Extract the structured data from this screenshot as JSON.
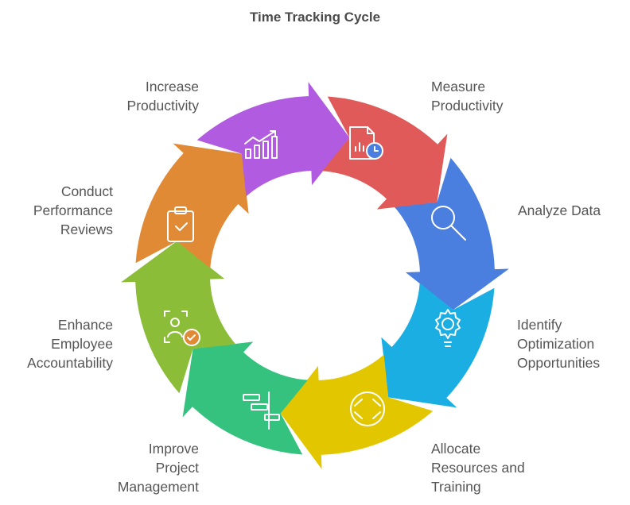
{
  "title": "Time Tracking Cycle",
  "steps": [
    {
      "label_lines": [
        "Measure",
        "Productivity"
      ],
      "color": "#4a7fe0",
      "icon": "document-chart-clock-icon"
    },
    {
      "label_lines": [
        "Analyze Data"
      ],
      "color": "#1aaee3",
      "icon": "magnifier-icon"
    },
    {
      "label_lines": [
        "Identify",
        "Optimization",
        "Opportunities"
      ],
      "color": "#e2c700",
      "icon": "lightbulb-gear-icon"
    },
    {
      "label_lines": [
        "Allocate",
        "Resources and",
        "Training"
      ],
      "color": "#34c27e",
      "icon": "focus-target-icon"
    },
    {
      "label_lines": [
        "Improve",
        "Project",
        "Management"
      ],
      "color": "#8cbd38",
      "icon": "gantt-chart-icon"
    },
    {
      "label_lines": [
        "Enhance",
        "Employee",
        "Accountability"
      ],
      "color": "#e08a35",
      "icon": "face-id-check-icon"
    },
    {
      "label_lines": [
        "Conduct",
        "Performance",
        "Reviews"
      ],
      "color": "#b05be0",
      "icon": "clipboard-check-icon"
    },
    {
      "label_lines": [
        "Increase",
        "Productivity"
      ],
      "color": "#e05a5a",
      "icon": "growth-chart-icon"
    }
  ]
}
